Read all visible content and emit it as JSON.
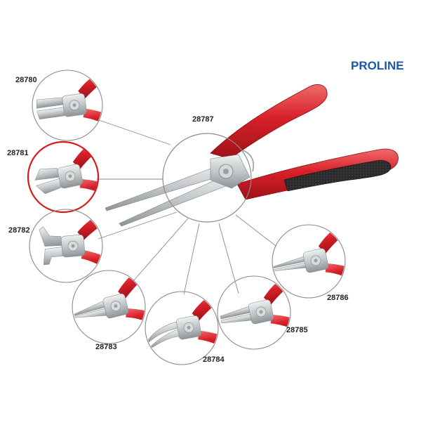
{
  "brand": {
    "name": "PROLINE",
    "color": "#1b58a8"
  },
  "colors": {
    "handle_red": "#d8202a",
    "handle_dark": "#a81419",
    "grip_black": "#262626",
    "steel": "#c7cacb",
    "steel_dark": "#8c9092",
    "circle_stroke": "#8a8a8a",
    "highlight": "#d61a1a"
  },
  "main_product": {
    "code": "28787",
    "icon": "needle-nose-pliers-icon"
  },
  "variants": [
    {
      "code": "28780",
      "icon": "combination-pliers-head-icon"
    },
    {
      "code": "28781",
      "icon": "diagonal-cutter-head-icon",
      "highlighted": true
    },
    {
      "code": "28782",
      "icon": "end-cutter-head-icon"
    },
    {
      "code": "28783",
      "icon": "half-round-nose-pliers-head-icon"
    },
    {
      "code": "28784",
      "icon": "bent-nose-pliers-head-icon"
    },
    {
      "code": "28785",
      "icon": "flat-nose-pliers-head-icon"
    },
    {
      "code": "28786",
      "icon": "round-nose-pliers-head-icon"
    }
  ]
}
